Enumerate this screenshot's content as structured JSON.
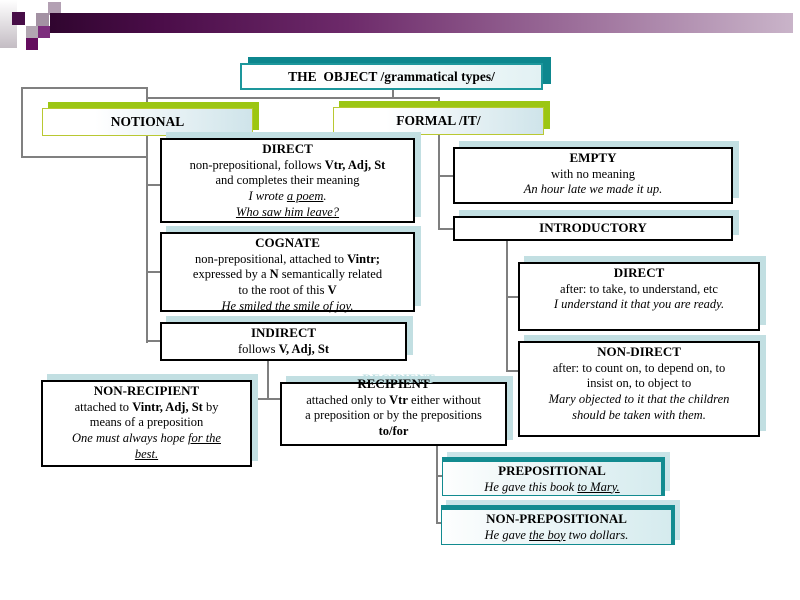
{
  "colors": {
    "accent_teal": "#1d979c",
    "accent_teal_dark": "#0d878e",
    "accent_green": "#9cc613",
    "shadow_pale_blue": "#c2dfe2",
    "connector_gray": "#7f7f7f",
    "banner_purple_dark": "#30052f",
    "banner_purple_light": "#c9b4c9"
  },
  "boxes": {
    "root": {
      "title": "THE  OBJECT /grammatical types/"
    },
    "notional": {
      "title": "NOTIONAL"
    },
    "formal": {
      "title": "FORMAL /IT/"
    },
    "direct_left": {
      "title": "DIRECT",
      "lines": [
        [
          {
            "t": "non-prepositional, follows "
          },
          {
            "t": "Vtr, Adj, St",
            "b": 1
          }
        ],
        [
          {
            "t": "and completes their meaning"
          }
        ],
        [
          {
            "t": "I wrote ",
            "i": 1
          },
          {
            "t": "a poem",
            "i": 1,
            "u": 1
          },
          {
            "t": ".",
            "i": 1
          }
        ],
        [
          {
            "t": "Who saw him leave?",
            "i": 1,
            "u": 1
          }
        ]
      ]
    },
    "cognate": {
      "title": "COGNATE",
      "lines": [
        [
          {
            "t": "non-prepositional, attached to "
          },
          {
            "t": "Vintr;",
            "b": 1
          }
        ],
        [
          {
            "t": "expressed by a "
          },
          {
            "t": "N",
            "b": 1
          },
          {
            "t": " semantically related"
          }
        ],
        [
          {
            "t": "to the root of this "
          },
          {
            "t": "V",
            "b": 1
          }
        ],
        [
          {
            "t": "He smiled the smile of joy.",
            "i": 1,
            "u": 1
          }
        ]
      ]
    },
    "indirect": {
      "title": "INDIRECT",
      "lines": [
        [
          {
            "t": "follows "
          },
          {
            "t": "V, Adj, St",
            "b": 1
          }
        ]
      ]
    },
    "non_recipient": {
      "title": "NON-RECIPIENT",
      "lines": [
        [
          {
            "t": "attached to "
          },
          {
            "t": "Vintr, Adj, St",
            "b": 1
          },
          {
            "t": " by"
          }
        ],
        [
          {
            "t": "means of a preposition"
          }
        ],
        [
          {
            "t": "One must always hope ",
            "i": 1
          },
          {
            "t": "for the",
            "i": 1,
            "u": 1
          }
        ],
        [
          {
            "t": "best.",
            "i": 1,
            "u": 1
          }
        ]
      ]
    },
    "recipient": {
      "title": "RECIPIENT",
      "lines": [
        [
          {
            "t": "attached only to "
          },
          {
            "t": "Vtr",
            "b": 1
          },
          {
            "t": " either without"
          }
        ],
        [
          {
            "t": "a preposition or by the prepositions"
          }
        ],
        [
          {
            "t": "to/for",
            "b": 1
          }
        ]
      ]
    },
    "empty": {
      "title": "EMPTY",
      "lines": [
        [
          {
            "t": "with no meaning"
          }
        ],
        [
          {
            "t": "An hour late we made it up.",
            "i": 1
          }
        ]
      ]
    },
    "introductory": {
      "title": "INTRODUCTORY"
    },
    "direct_right": {
      "title": "DIRECT",
      "lines": [
        [
          {
            "t": "after: to take, to understand, etc"
          }
        ],
        [
          {
            "t": "I understand it that you are ready.",
            "i": 1
          }
        ]
      ]
    },
    "non_direct": {
      "title": "NON-DIRECT",
      "lines": [
        [
          {
            "t": "after: to count on, to depend on, to"
          }
        ],
        [
          {
            "t": "insist on, to object to"
          }
        ],
        [
          {
            "t": "Mary objected to it that the children",
            "i": 1
          }
        ],
        [
          {
            "t": "should be taken with them.",
            "i": 1
          }
        ]
      ]
    },
    "prepositional": {
      "title": "PREPOSITIONAL",
      "lines": [
        [
          {
            "t": "He gave this book ",
            "i": 1
          },
          {
            "t": "to Mary.",
            "i": 1,
            "u": 1
          }
        ]
      ]
    },
    "non_prepositional": {
      "title": "NON-PREPOSITIONAL",
      "lines": [
        [
          {
            "t": "He gave ",
            "i": 1
          },
          {
            "t": "the boy",
            "i": 1,
            "u": 1
          },
          {
            "t": " two dollars.",
            "i": 1
          }
        ]
      ]
    }
  }
}
